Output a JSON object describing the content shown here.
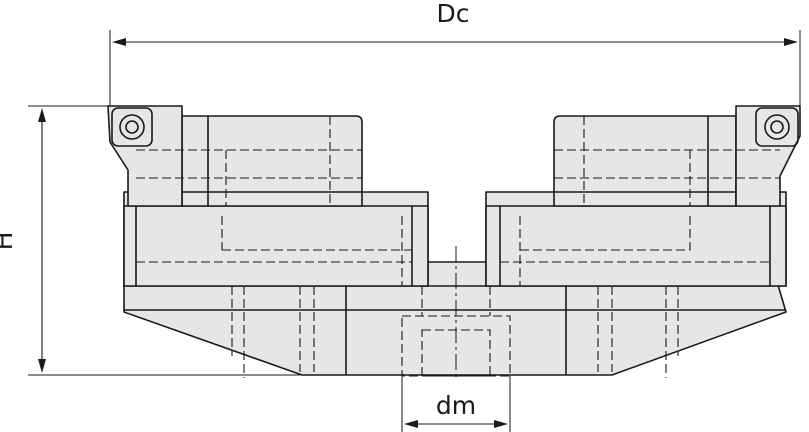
{
  "dimensions": {
    "cutter_diameter_label": "Dc",
    "height_label": "H",
    "mount_diameter_label": "dm"
  }
}
